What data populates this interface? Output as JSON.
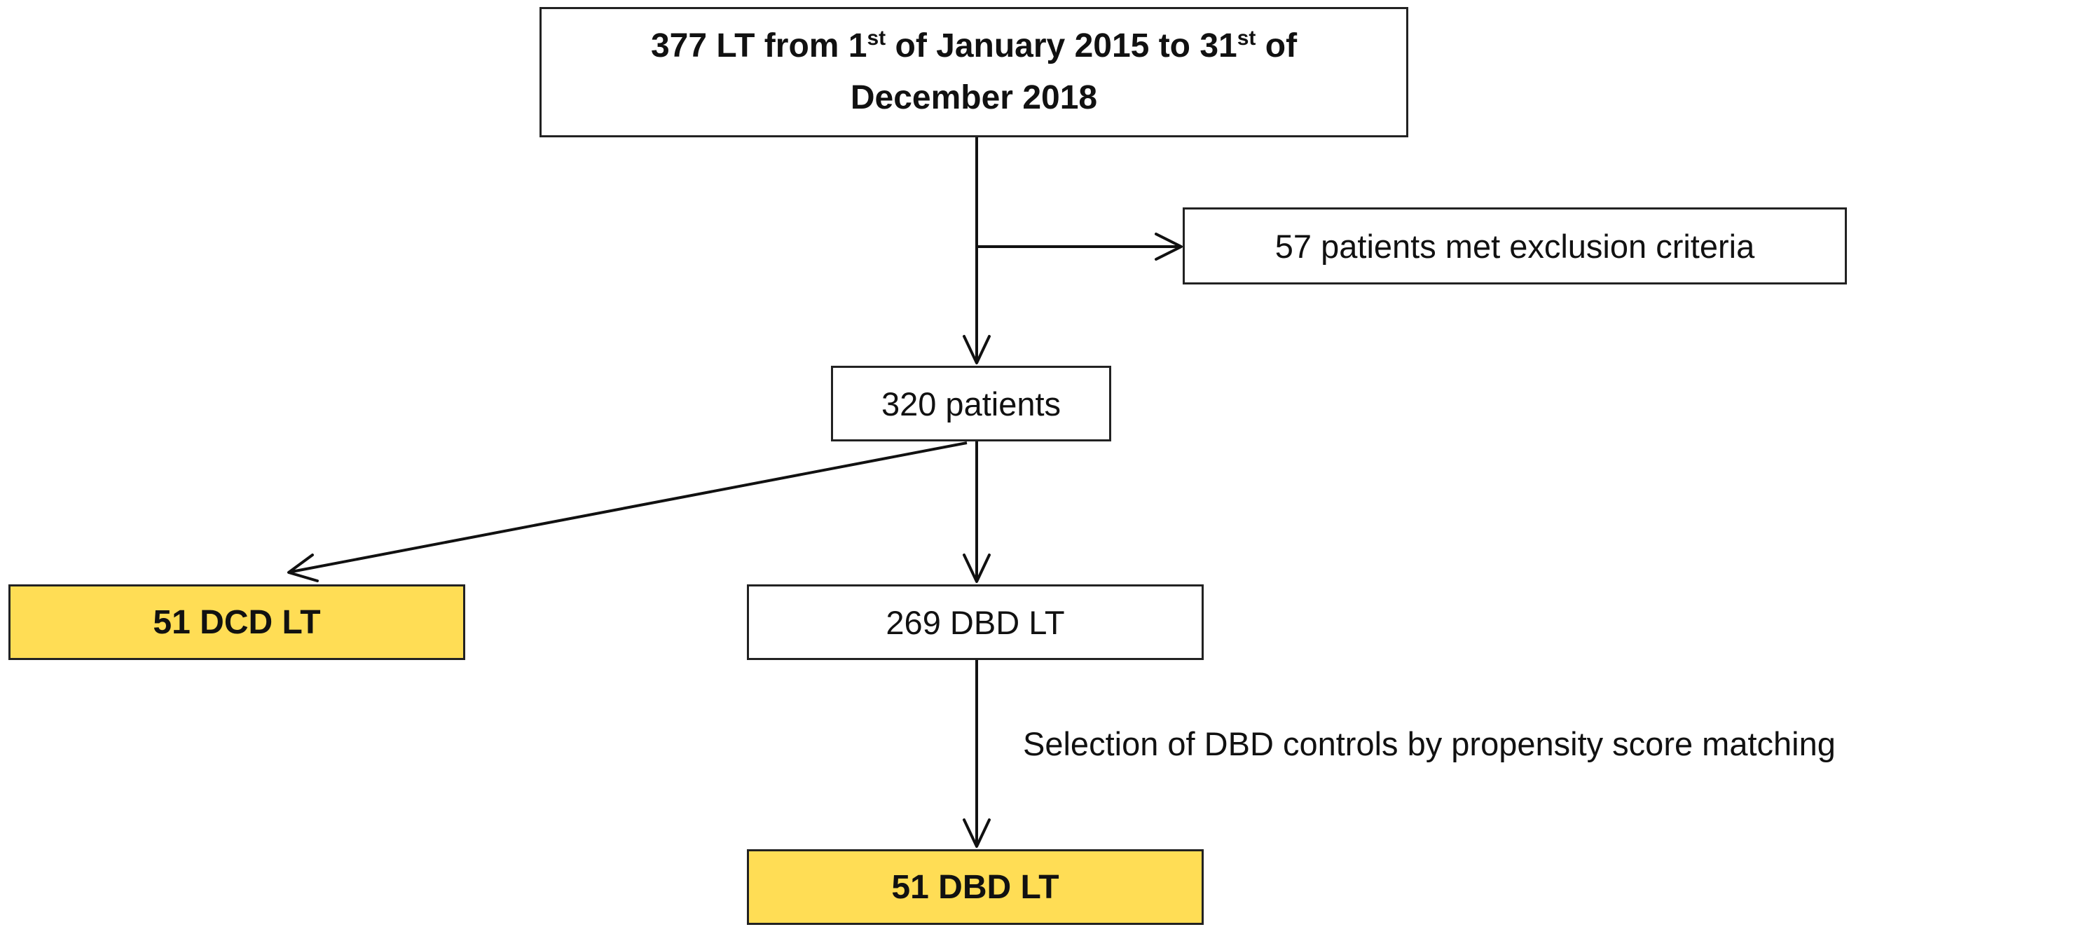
{
  "nodes": {
    "start": {
      "line1_pre": "377 LT from 1",
      "line1_sup1": "st",
      "line1_mid": " of January 2015 to 31",
      "line1_sup2": "st",
      "line1_post": " of",
      "line2": "December 2018"
    },
    "exclusion": "57 patients met exclusion criteria",
    "patients_320": "320 patients",
    "dcd_lt": "51 DCD LT",
    "dbd_lt_269": "269 DBD LT",
    "dbd_lt_51": "51 DBD LT"
  },
  "edges": {
    "psm_label": "Selection of DBD controls by propensity score matching"
  },
  "colors": {
    "highlight_fill": "#ffdd55",
    "box_border": "#222222",
    "arrow": "#111111"
  }
}
